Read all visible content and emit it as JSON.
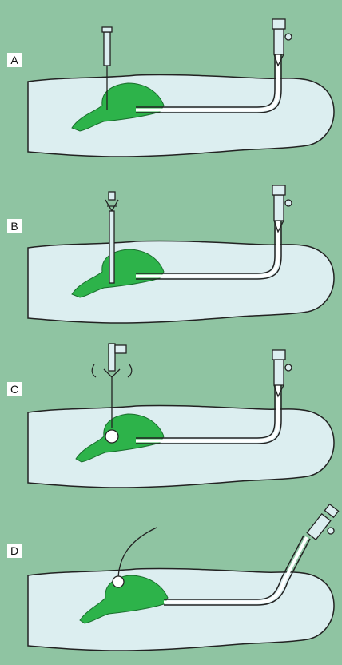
{
  "figure": {
    "panels": [
      {
        "label": "A",
        "step": "needle-puncture"
      },
      {
        "label": "B",
        "step": "trocar-insertion"
      },
      {
        "label": "C",
        "step": "balloon-inflation"
      },
      {
        "label": "D",
        "step": "guidewire-retrieval"
      }
    ]
  },
  "colors": {
    "background": "#8fc4a2",
    "body": "#dceef0",
    "stomach": "#2db34a",
    "outline": "#222222",
    "tube": "#ffffff"
  },
  "icons": [
    "syringe-icon",
    "endoscope-icon",
    "trocar-icon",
    "balloon-icon",
    "guidewire-icon"
  ]
}
